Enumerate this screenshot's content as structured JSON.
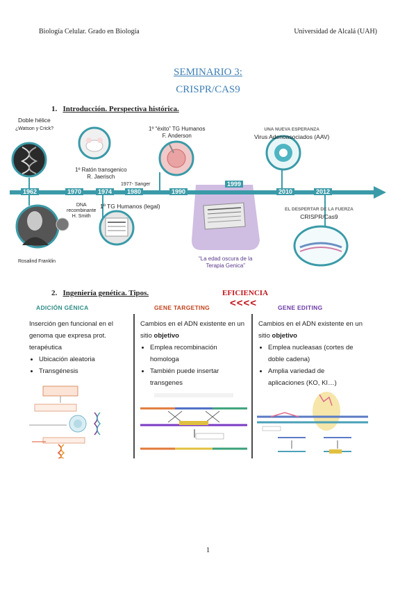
{
  "header": {
    "left": "Biología Celular. Grado en Biología",
    "right": "Universidad de Alcalá (UAH)"
  },
  "title": {
    "line1": "SEMINARIO 3:",
    "line2": "CRISPR/CAS9"
  },
  "section1": {
    "number": "1.",
    "title": "Introducción. Perspectiva histórica."
  },
  "timeline": {
    "years": [
      "1962",
      "1970",
      "1974",
      "1980",
      "1990",
      "1999",
      "2010",
      "2012"
    ],
    "events": {
      "doble_helice": "Doble hélice",
      "watson_crick": "¿Watson y Crick?",
      "rosalind": "Rosalind Franklin",
      "dna_recombinante_1": "DNA",
      "dna_recombinante_2": "recombinante",
      "h_smith": "H. Smith",
      "raton_1": "1º Ratón transgenico",
      "raton_2": "R. Jaerisch",
      "sanger": "1977- Sanger",
      "tg_legal": "1º TG Humanos (legal)",
      "exito_1": "1º “éxito” TG Humanos",
      "exito_2": "F. Anderson",
      "edad_oscura_1": "“La edad oscura de la",
      "edad_oscura_2": "Terapia Genica”",
      "esperanza_1": "UNA NUEVA ESPERANZA",
      "esperanza_2": "Virus Adenoasociados (AAV)",
      "despertar_1": "EL DESPERTAR DE LA FUERZA",
      "despertar_2": "CRISPR/Cas9"
    }
  },
  "section2": {
    "number": "2.",
    "title": "Ingeniería genética. Tipos.",
    "eficiencia": "EFICIENCIA",
    "arrows": "<<<<"
  },
  "columns": [
    {
      "heading": "ADICIÓN GÉNICA",
      "text": "Inserción gen funcional en el genoma que expresa prot. terapéutica",
      "bullets": [
        "Ubicación aleatoria",
        "Transgénesis"
      ]
    },
    {
      "heading": "GENE TARGETING",
      "text_plain": "Cambios en el ADN existente en un sitio",
      "text_bold": "objetivo",
      "bullets": [
        "Emplea recombinación homologa",
        "También puede insertar transgenes"
      ]
    },
    {
      "heading": "GENE EDITING",
      "text_plain": "Cambios en el ADN existente en un sitio",
      "text_bold": "objetivo",
      "bullets": [
        "Emplea nucleasas (cortes de doble cadena)",
        "Amplia variedad de aplicaciones (KO, KI…)"
      ]
    }
  ],
  "footer": {
    "page": "1"
  },
  "colors": {
    "title_blue": "#3d7fb5",
    "timeline_teal": "#3a9aa8",
    "dark_age_purple": "#c7b1dd",
    "eficiencia_red": "#c0141a",
    "adicion_teal": "#2d8c86",
    "targeting_red": "#c2421c",
    "editing_purple": "#6a3aa6"
  }
}
